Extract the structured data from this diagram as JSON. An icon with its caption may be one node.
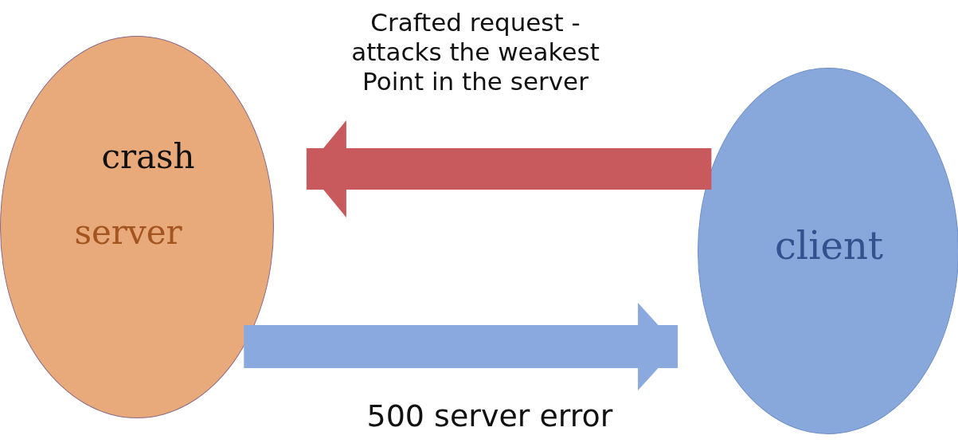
{
  "diagram": {
    "nodes": [
      {
        "text": [
          "crash",
          "server"
        ]
      },
      {
        "text": [
          "client"
        ]
      }
    ],
    "edges": [
      {
        "from": 1,
        "to": 0,
        "arrow": "to",
        "label": "Crafted request - attacks the weakest Point in the server",
        "color": "#c85a5e"
      },
      {
        "from": 0,
        "to": 1,
        "arrow": "to",
        "label": "500 server error",
        "color": "#8aaadf"
      }
    ]
  }
}
